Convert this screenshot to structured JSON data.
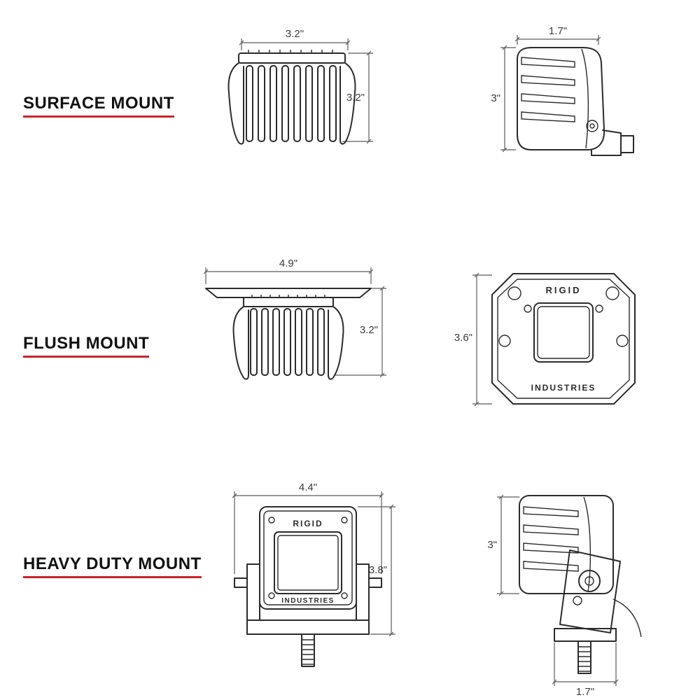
{
  "colors": {
    "accent_underline": "#c9252c",
    "line": "#2b2b2b",
    "dimension": "#5a5a5a"
  },
  "sections": [
    {
      "label": "SURFACE MOUNT",
      "front": {
        "width_dim": "3.2\"",
        "height_dim": "3.2\""
      },
      "side": {
        "width_dim": "1.7\"",
        "height_dim": "3\""
      }
    },
    {
      "label": "FLUSH MOUNT",
      "front": {
        "width_dim": "4.9\"",
        "height_dim": "3.2\""
      },
      "face": {
        "height_dim": "3.6\"",
        "brand_line1": "RIGID",
        "brand_line2": "INDUSTRIES"
      }
    },
    {
      "label": "HEAVY DUTY MOUNT",
      "front": {
        "width_dim": "4.4\"",
        "height_dim": "3.8\"",
        "brand_line1": "RIGID",
        "brand_line2": "INDUSTRIES"
      },
      "side": {
        "height_dim": "3\"",
        "width_dim": "1.7\""
      }
    }
  ]
}
